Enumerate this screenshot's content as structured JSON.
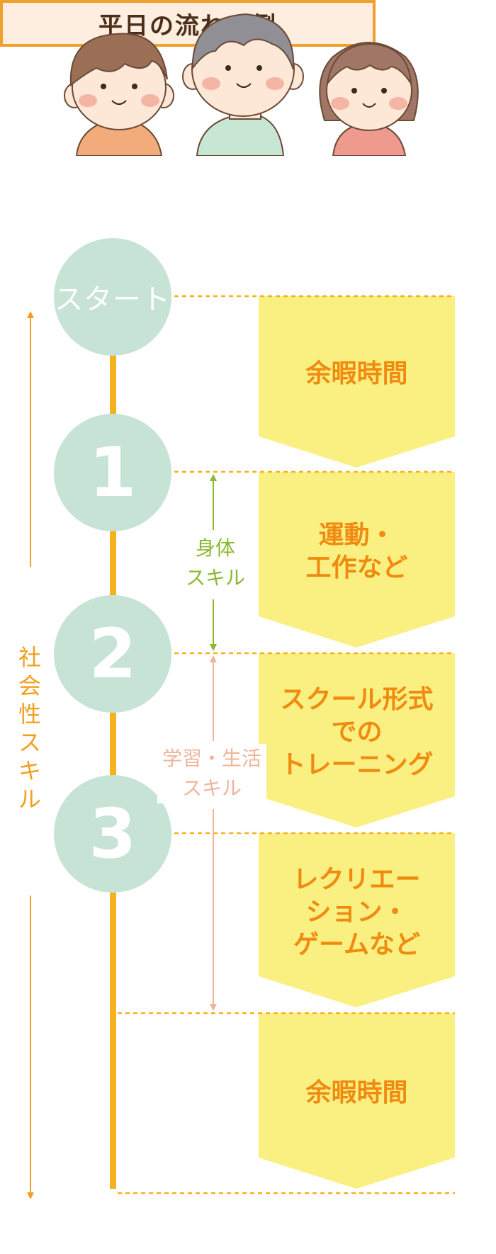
{
  "title": "平日の流れの例",
  "steps": [
    {
      "label": "スタート"
    },
    {
      "label": "1"
    },
    {
      "label": "2"
    },
    {
      "label": "3"
    }
  ],
  "activities": [
    {
      "label": "余暇時間"
    },
    {
      "label": "運動・\n工作など"
    },
    {
      "label": "スクール形式\nでの\nトレーニング"
    },
    {
      "label": "レクリエー\nション・\nゲームなど"
    },
    {
      "label": "余暇時間"
    }
  ],
  "skills": {
    "physical": "身体\nスキル",
    "study": "学習・生活\nスキル",
    "social": "社\n会\n性\nス\nキ\nル"
  },
  "colors": {
    "timeline": "#f5b21f",
    "circle": "#c7e3d6",
    "banner": "#faf081",
    "banner_text": "#f08a10",
    "physical": "#8ab832",
    "study": "#f0b49a",
    "social": "#f0a020"
  },
  "illustration": {
    "characters": [
      "boy-character",
      "adult-character",
      "girl-character"
    ]
  }
}
